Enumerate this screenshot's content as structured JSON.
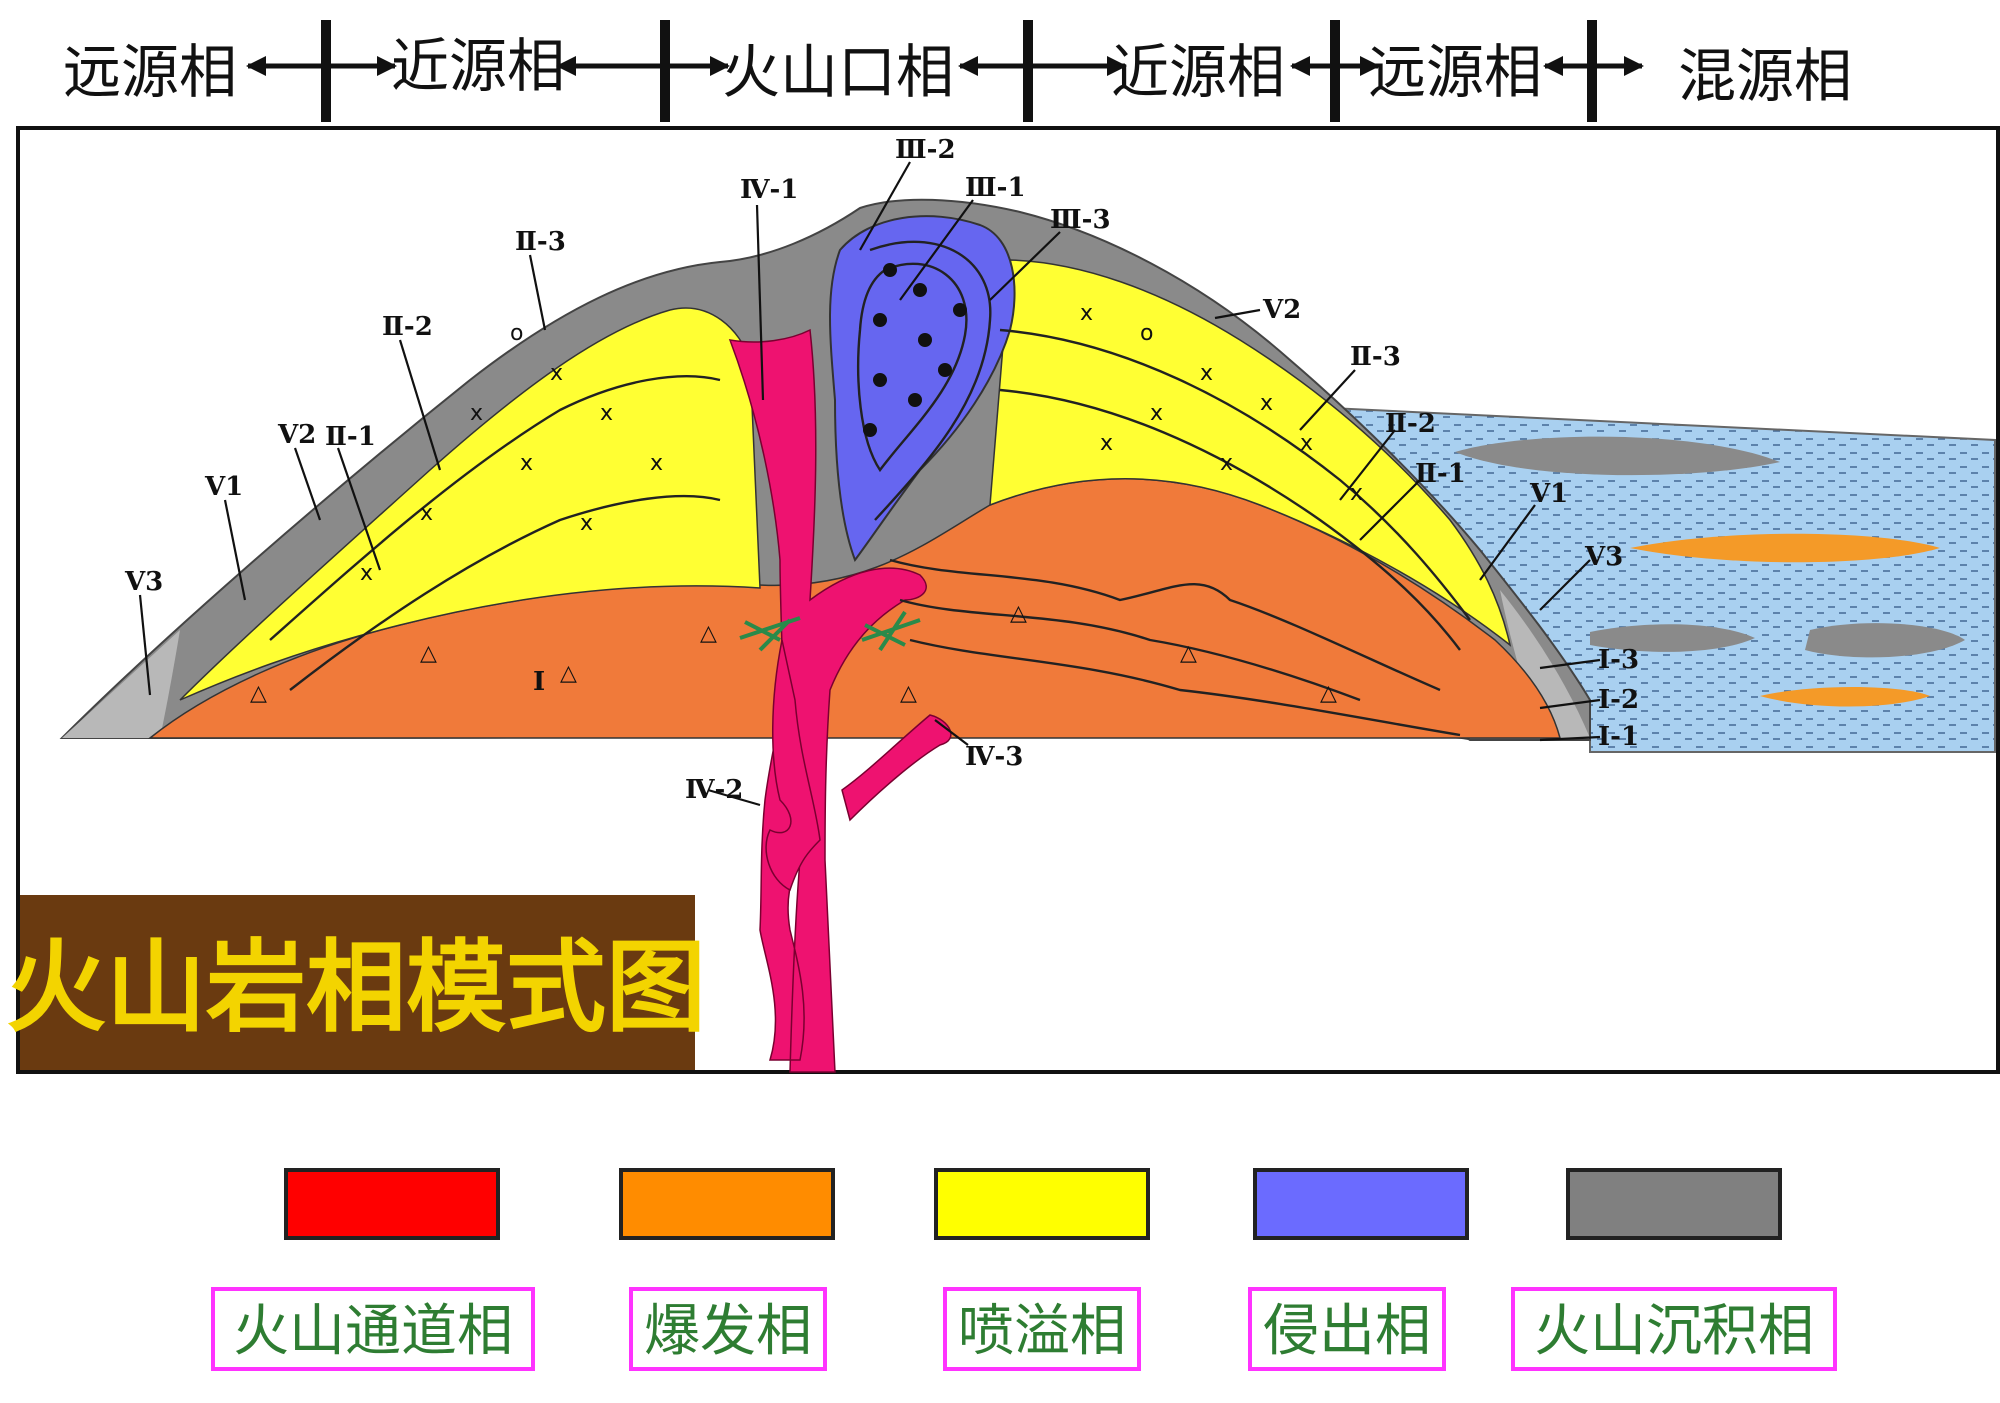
{
  "zones": [
    "远源相",
    "近源相",
    "火山口相",
    "近源相",
    "远源相",
    "混源相"
  ],
  "title": "火山岩相模式图",
  "labels": {
    "IV_1": "Ⅳ-1",
    "IV_2": "Ⅳ-2",
    "IV_3": "Ⅳ-3",
    "II_1_left": "Ⅱ-1",
    "II_2_left": "Ⅱ-2",
    "II_3_left": "Ⅱ-3",
    "III_1": "Ⅲ-1",
    "III_2": "Ⅲ-2",
    "III_3": "Ⅲ-3",
    "II_3_right": "Ⅱ-3",
    "II_2_right": "Ⅱ-2",
    "II_1_right": "Ⅱ-1",
    "V1_left": "V1",
    "V2_left": "V2",
    "V3_left": "V3",
    "V1_right": "V1",
    "V2_right": "V2",
    "V3_right": "V3",
    "I_label": "I",
    "I_1": "Ⅰ-1",
    "I_2": "Ⅰ-2",
    "I_3": "Ⅰ-3"
  },
  "legend": [
    {
      "label": "火山通道相",
      "color": "#ff0000"
    },
    {
      "label": "爆发相",
      "color": "#ff8c00"
    },
    {
      "label": "喷溢相",
      "color": "#ffff00"
    },
    {
      "label": "侵出相",
      "color": "#6b6bff"
    },
    {
      "label": "火山沉积相",
      "color": "#808080"
    }
  ],
  "colors": {
    "conduit": "#ee1270",
    "explosive": "#f07a3a",
    "effusive": "#ffff33",
    "extrusive": "#6666f0",
    "sedimentary": "#8a8a8a",
    "lake": "#a9d0f0",
    "title_bg": "#6a3a10",
    "title_text": "#f3d400",
    "legend_border": "#ff33ff"
  }
}
